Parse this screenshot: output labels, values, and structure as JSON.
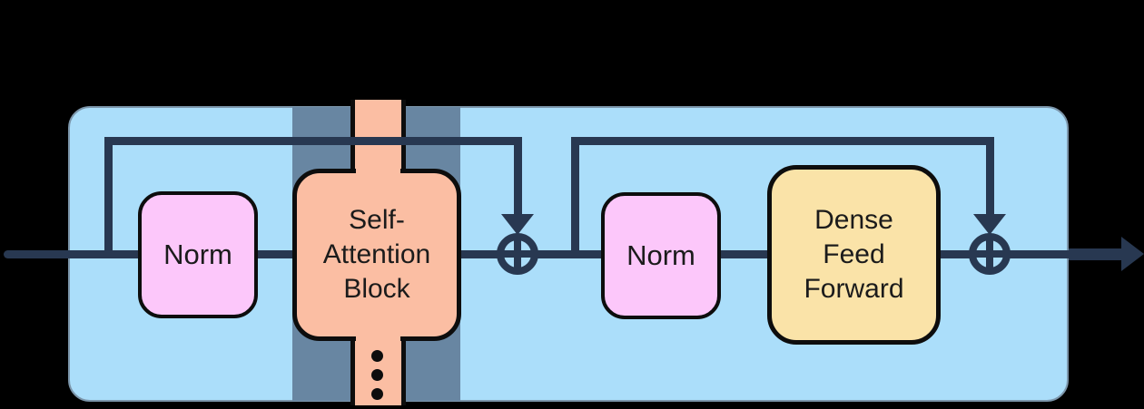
{
  "blocks": {
    "norm1": {
      "label": "Norm"
    },
    "self_attention": {
      "line1": "Self-",
      "line2": "Attention",
      "line3": "Block"
    },
    "norm2": {
      "label": "Norm"
    },
    "dense_feed_forward": {
      "line1": "Dense",
      "line2": "Feed",
      "line3": "Forward"
    }
  },
  "operators": {
    "residual_add_1": "⊕",
    "residual_add_2": "⊕"
  },
  "icons": {
    "residual_add_1": "circle-plus-icon",
    "residual_add_2": "circle-plus-icon",
    "skip_arrow_1": "arrow-down-icon",
    "skip_arrow_2": "arrow-down-icon",
    "output_arrow": "arrow-right-icon",
    "continuation_dots": "vertical-ellipsis-icon"
  },
  "colors": {
    "background": "#000000",
    "layer_fill": "#abdefa",
    "layer_border": "#7c96ab",
    "column_fill": "#6886a2",
    "attention_fill": "#fbbea3",
    "norm_fill": "#fcc7fa",
    "ff_fill": "#fae3a8",
    "line": "#283851",
    "block_border": "#0d0d0d",
    "text": "#1b1b1b"
  }
}
